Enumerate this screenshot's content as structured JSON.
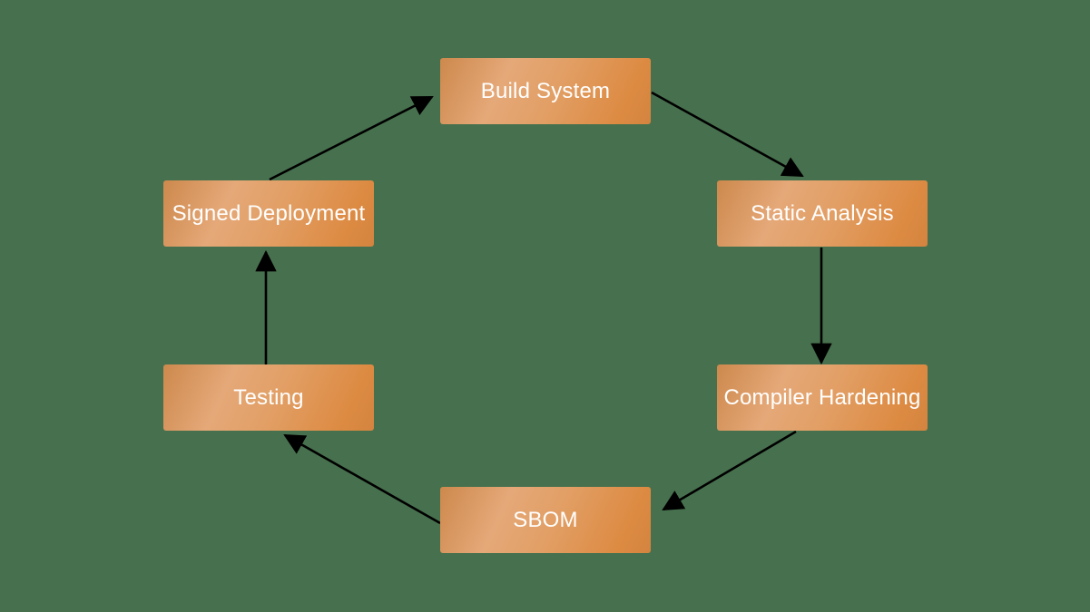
{
  "diagram": {
    "type": "cycle-flowchart",
    "background_color": "#47714e",
    "node_fill_gradient": [
      "#cd894d",
      "#e5a878",
      "#dd8b43"
    ],
    "node_text_color": "#ffffff",
    "arrow_color": "#000000",
    "nodes": [
      {
        "id": "build-system",
        "label": "Build System"
      },
      {
        "id": "static-analysis",
        "label": "Static Analysis"
      },
      {
        "id": "compiler-hardening",
        "label": "Compiler Hardening"
      },
      {
        "id": "sbom",
        "label": "SBOM"
      },
      {
        "id": "testing",
        "label": "Testing"
      },
      {
        "id": "signed-deployment",
        "label": "Signed Deployment"
      }
    ],
    "edges": [
      {
        "from": "build-system",
        "to": "static-analysis"
      },
      {
        "from": "static-analysis",
        "to": "compiler-hardening"
      },
      {
        "from": "compiler-hardening",
        "to": "sbom"
      },
      {
        "from": "sbom",
        "to": "testing"
      },
      {
        "from": "testing",
        "to": "signed-deployment"
      },
      {
        "from": "signed-deployment",
        "to": "build-system"
      }
    ]
  }
}
